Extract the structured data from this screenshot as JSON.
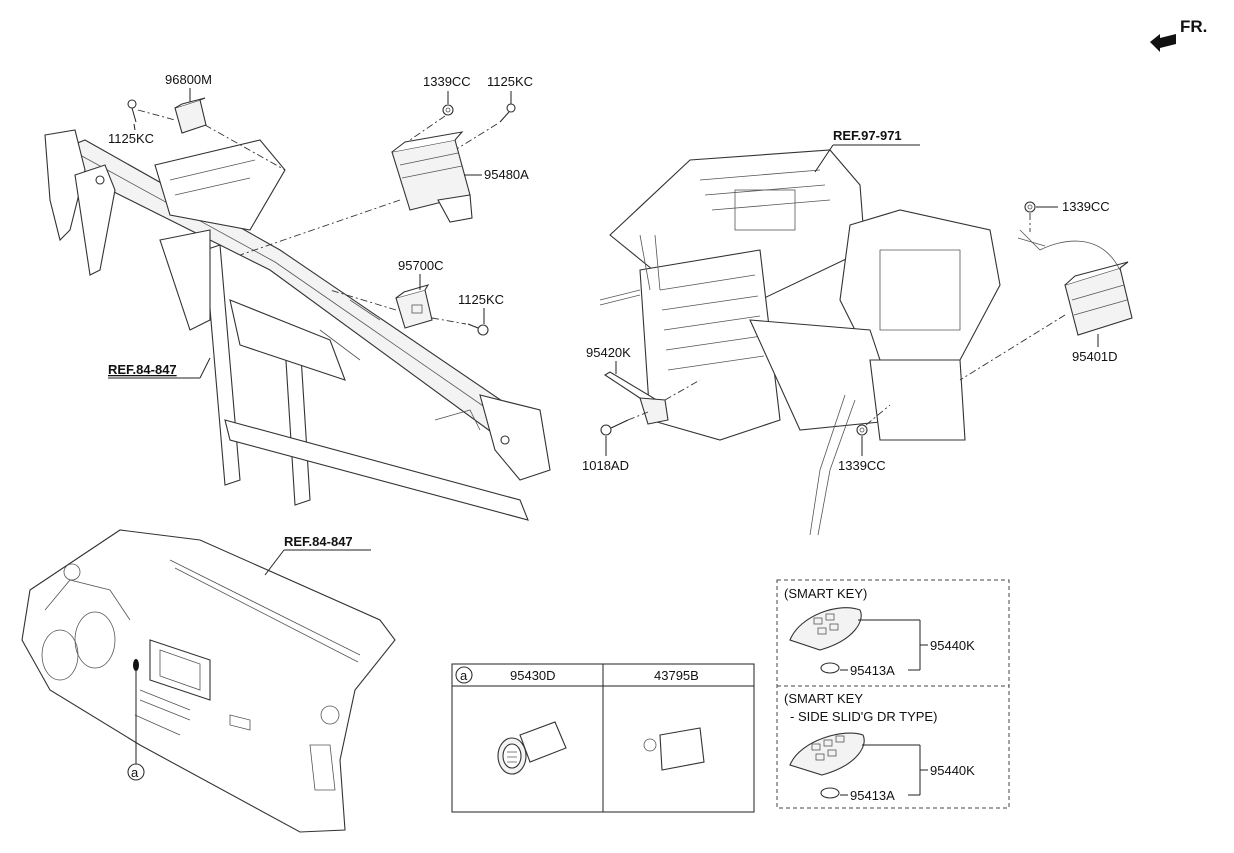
{
  "fr_label": "FR.",
  "callouts": {
    "p96800M": "96800M",
    "p1125KC_a": "1125KC",
    "p1339CC_a": "1339CC",
    "p1125KC_b": "1125KC",
    "p95480A": "95480A",
    "p95700C": "95700C",
    "p1125KC_c": "1125KC",
    "ref_84_847_a": "REF.84-847",
    "ref_97_971": "REF.97-971",
    "p1339CC_b": "1339CC",
    "p95401D": "95401D",
    "p95420K": "95420K",
    "p1018AD": "1018AD",
    "p1339CC_c": "1339CC",
    "ref_84_847_b": "REF.84-847",
    "circle_a_dash": "a"
  },
  "table": {
    "circle": "a",
    "col1": "95430D",
    "col2": "43795B"
  },
  "smart_key": {
    "title1": "(SMART KEY)",
    "key1_part": "95440K",
    "battery1": "95413A",
    "title2_line1": "(SMART KEY",
    "title2_line2": "- SIDE SLID'G DR TYPE)",
    "key2_part": "95440K",
    "battery2": "95413A"
  }
}
